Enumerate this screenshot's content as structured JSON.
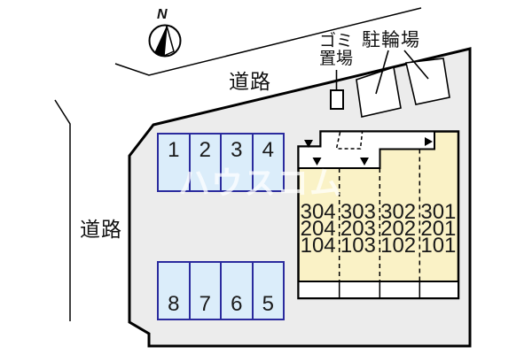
{
  "compass": {
    "label": "N"
  },
  "roads": {
    "top": "道路",
    "left": "道路"
  },
  "garbage": {
    "label_line1": "ゴミ",
    "label_line2": "置場"
  },
  "bicycle": {
    "label": "駐輪場"
  },
  "watermark": {
    "text": "ハウスコム"
  },
  "parking": {
    "top_row": [
      "1",
      "2",
      "3",
      "4"
    ],
    "bottom_row": [
      "8",
      "7",
      "6",
      "5"
    ]
  },
  "building": {
    "columns": [
      [
        "304",
        "204",
        "104"
      ],
      [
        "303",
        "203",
        "103"
      ],
      [
        "302",
        "202",
        "102"
      ],
      [
        "301",
        "201",
        "101"
      ]
    ]
  },
  "colors": {
    "site_fill": "#ececec",
    "building_fill": "#faf2c6",
    "parking_fill": "#dbedfa",
    "parking_border": "#2b2b9e",
    "outline": "#000000"
  }
}
